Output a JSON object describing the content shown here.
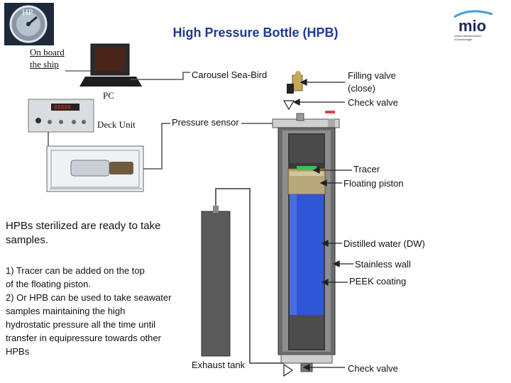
{
  "title": "High Pressure Bottle (HPB)",
  "logo": {
    "name": "mio",
    "tagline_1": "Institut Méditerranéen",
    "tagline_2": "d'Océanologie"
  },
  "emblem": {
    "text": "HP"
  },
  "labels": {
    "onboard_line1": "On board",
    "onboard_line2": "the ship",
    "pc": "PC",
    "deck_unit": "Deck Unit",
    "carousel": "Carousel Sea-Bird",
    "pressure_sensor": "Pressure sensor",
    "filling_valve_line1": "Filling valve",
    "filling_valve_line2": "(close)",
    "check_valve_top": "Check valve",
    "tracer": "Tracer",
    "floating_piston": "Floating piston",
    "distilled_water": "Distilled water (DW)",
    "stainless_wall": "Stainless wall",
    "peek_coating": "PEEK coating",
    "exhaust_tank": "Exhaust tank",
    "check_valve_bottom": "Check valve"
  },
  "text": {
    "sterilized_line1": "HPBs sterilized are ready to take",
    "sterilized_line2": "samples.",
    "steps": [
      "1) Tracer can be added on the top",
      "of the floating piston.",
      "2) Or HPB can be used to take seawater",
      "samples maintaining the high",
      "hydrostatic pressure all the time until",
      "transfer in equipressure towards other",
      "HPBs"
    ]
  },
  "colors": {
    "title": "#1f3a93",
    "water": "#2f56d6",
    "steel": "#6b6b6b",
    "piston": "#b8a77a",
    "tracer": "#44bb55"
  }
}
